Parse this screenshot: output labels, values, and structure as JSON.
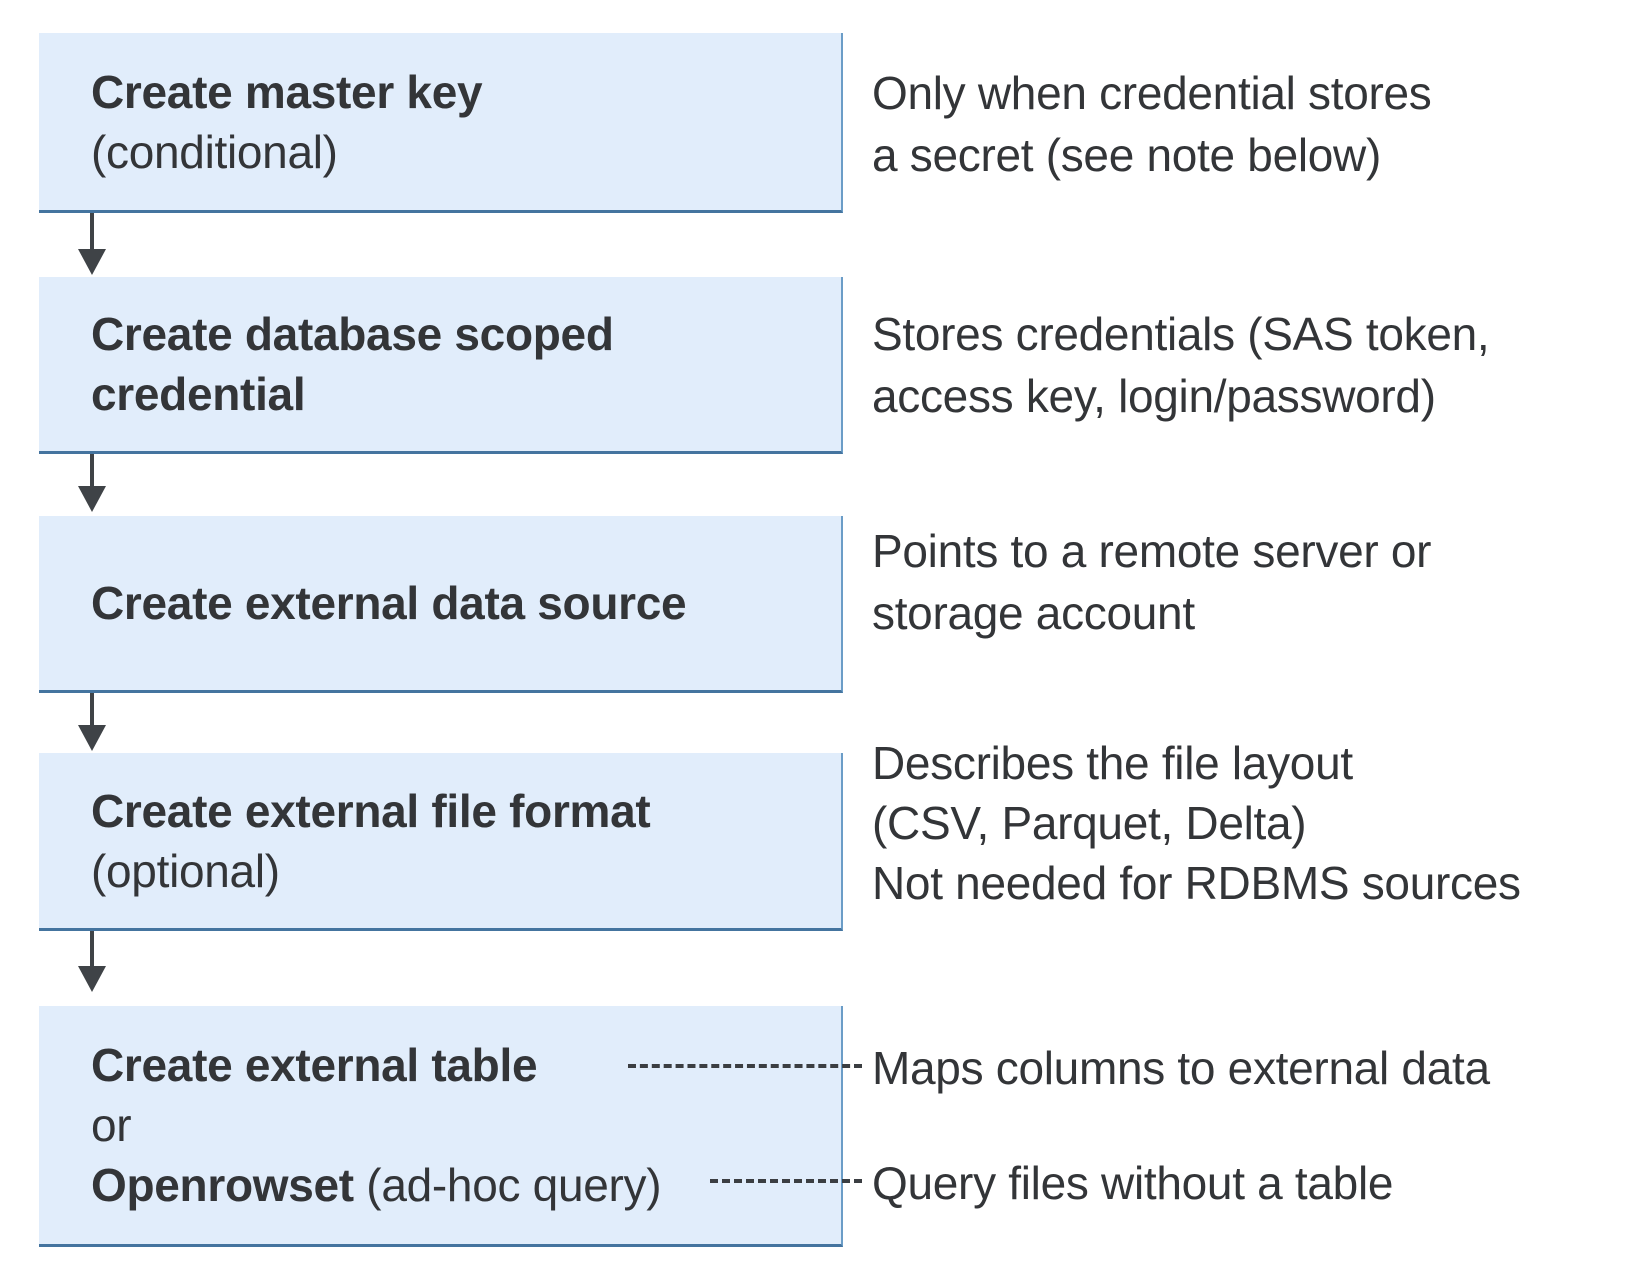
{
  "colors": {
    "box_fill": "#e1edfb",
    "box_border_bottom": "#44749f",
    "box_border_right": "#6b9dc7",
    "arrow": "#3f4347",
    "text": "#333538",
    "background": "#ffffff"
  },
  "boxes": [
    {
      "title": "Create master key",
      "subtitle": "(conditional)"
    },
    {
      "title_line1": "Create database scoped",
      "title_line2": "credential"
    },
    {
      "title": "Create external data source"
    },
    {
      "title": "Create external file format",
      "subtitle": "(optional)"
    },
    {
      "line1_bold": "Create external table",
      "line2": "or",
      "line3_bold": "Openrowset",
      "line3_rest": " (ad-hoc query)"
    }
  ],
  "annotations": [
    {
      "line1": "Only when credential stores",
      "line2": "a secret (see note below)"
    },
    {
      "line1": "Stores credentials (SAS token,",
      "line2": "access key, login/password)"
    },
    {
      "line1": "Points to a remote server or",
      "line2": "storage account"
    },
    {
      "line1": "Describes the file layout",
      "line2": "(CSV, Parquet, Delta)",
      "line3": "Not needed for RDBMS sources"
    },
    {
      "line1": "Maps columns to external data"
    },
    {
      "line1": "Query files without a table"
    }
  ]
}
